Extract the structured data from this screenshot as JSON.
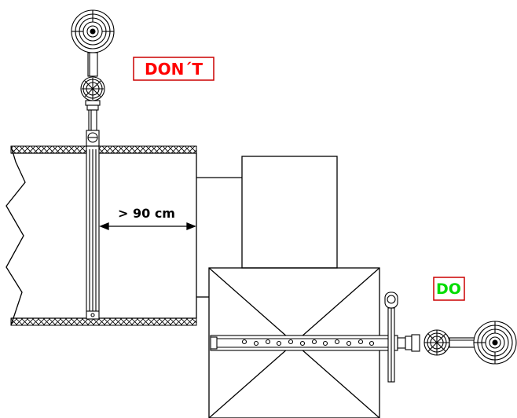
{
  "labels": {
    "dont": "DON´T",
    "do": "DO",
    "distance": "> 90 cm"
  },
  "colors": {
    "line": "#000000",
    "dont_text": "#ff0000",
    "do_text": "#00dd00",
    "box_border": "#cc0000",
    "background": "#ffffff"
  }
}
